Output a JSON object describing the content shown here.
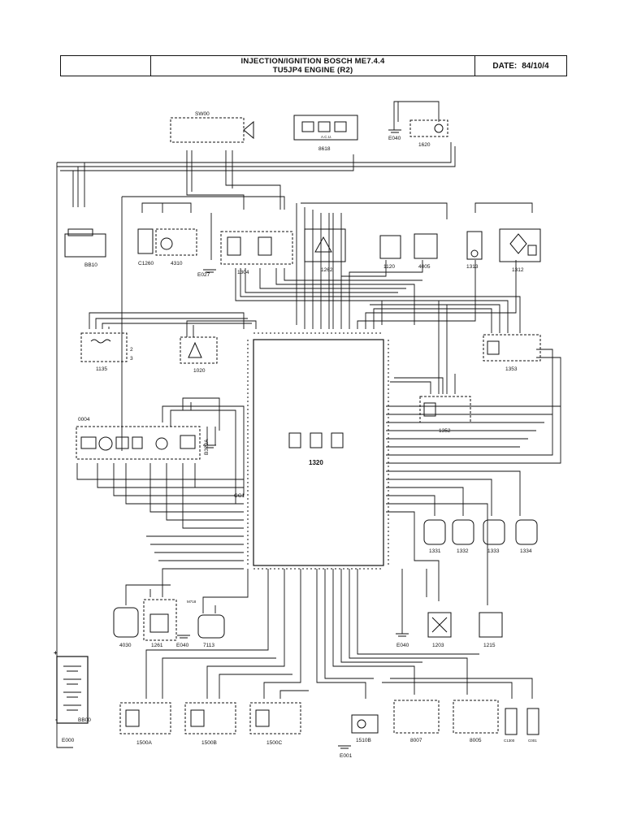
{
  "title": {
    "line1": "INJECTION/IGNITION BOSCH ME7.4.4",
    "line2": "TU5JP4 ENGINE (R2)",
    "date_label": "DATE:",
    "date_value": "84/10/4"
  },
  "components": {
    "sw00": "SW00",
    "acu": "A.C.U.",
    "c8618": "8618",
    "e040_top": "E040",
    "c1620": "1620",
    "bb10": "BB10",
    "c1260": "C1260",
    "c4310": "4310",
    "e027": "E027",
    "c1304": "1304",
    "c1262": "1262",
    "c1120": "1120",
    "c4005": "4005",
    "c1313": "1313",
    "c1312": "1312",
    "c1135": "1135",
    "c1020": "1020",
    "c1353": "1353",
    "c0004": "0004",
    "b320a": "B320A",
    "c1320": "1320",
    "c1352": "1352",
    "c1331": "1331",
    "c1332": "1332",
    "c1333": "1333",
    "c1334": "1334",
    "c4030": "4030",
    "c1261": "1261",
    "e040_mid": "E040",
    "c7113": "7113",
    "e040_low": "E040",
    "c1203": "1203",
    "c1215": "1215",
    "bb00": "BB00",
    "e000": "E000",
    "c1500a": "1500A",
    "c1500b": "1500B",
    "c1500c": "1500C",
    "c1510b": "1510B",
    "e001": "E001",
    "c8007": "8007",
    "c8005": "8005",
    "c1300": "C1300",
    "c001": "C001",
    "cc1": "CC1",
    "m718": "M718",
    "out2": "2",
    "out3": "3",
    "plus": "+",
    "minus": "-"
  }
}
